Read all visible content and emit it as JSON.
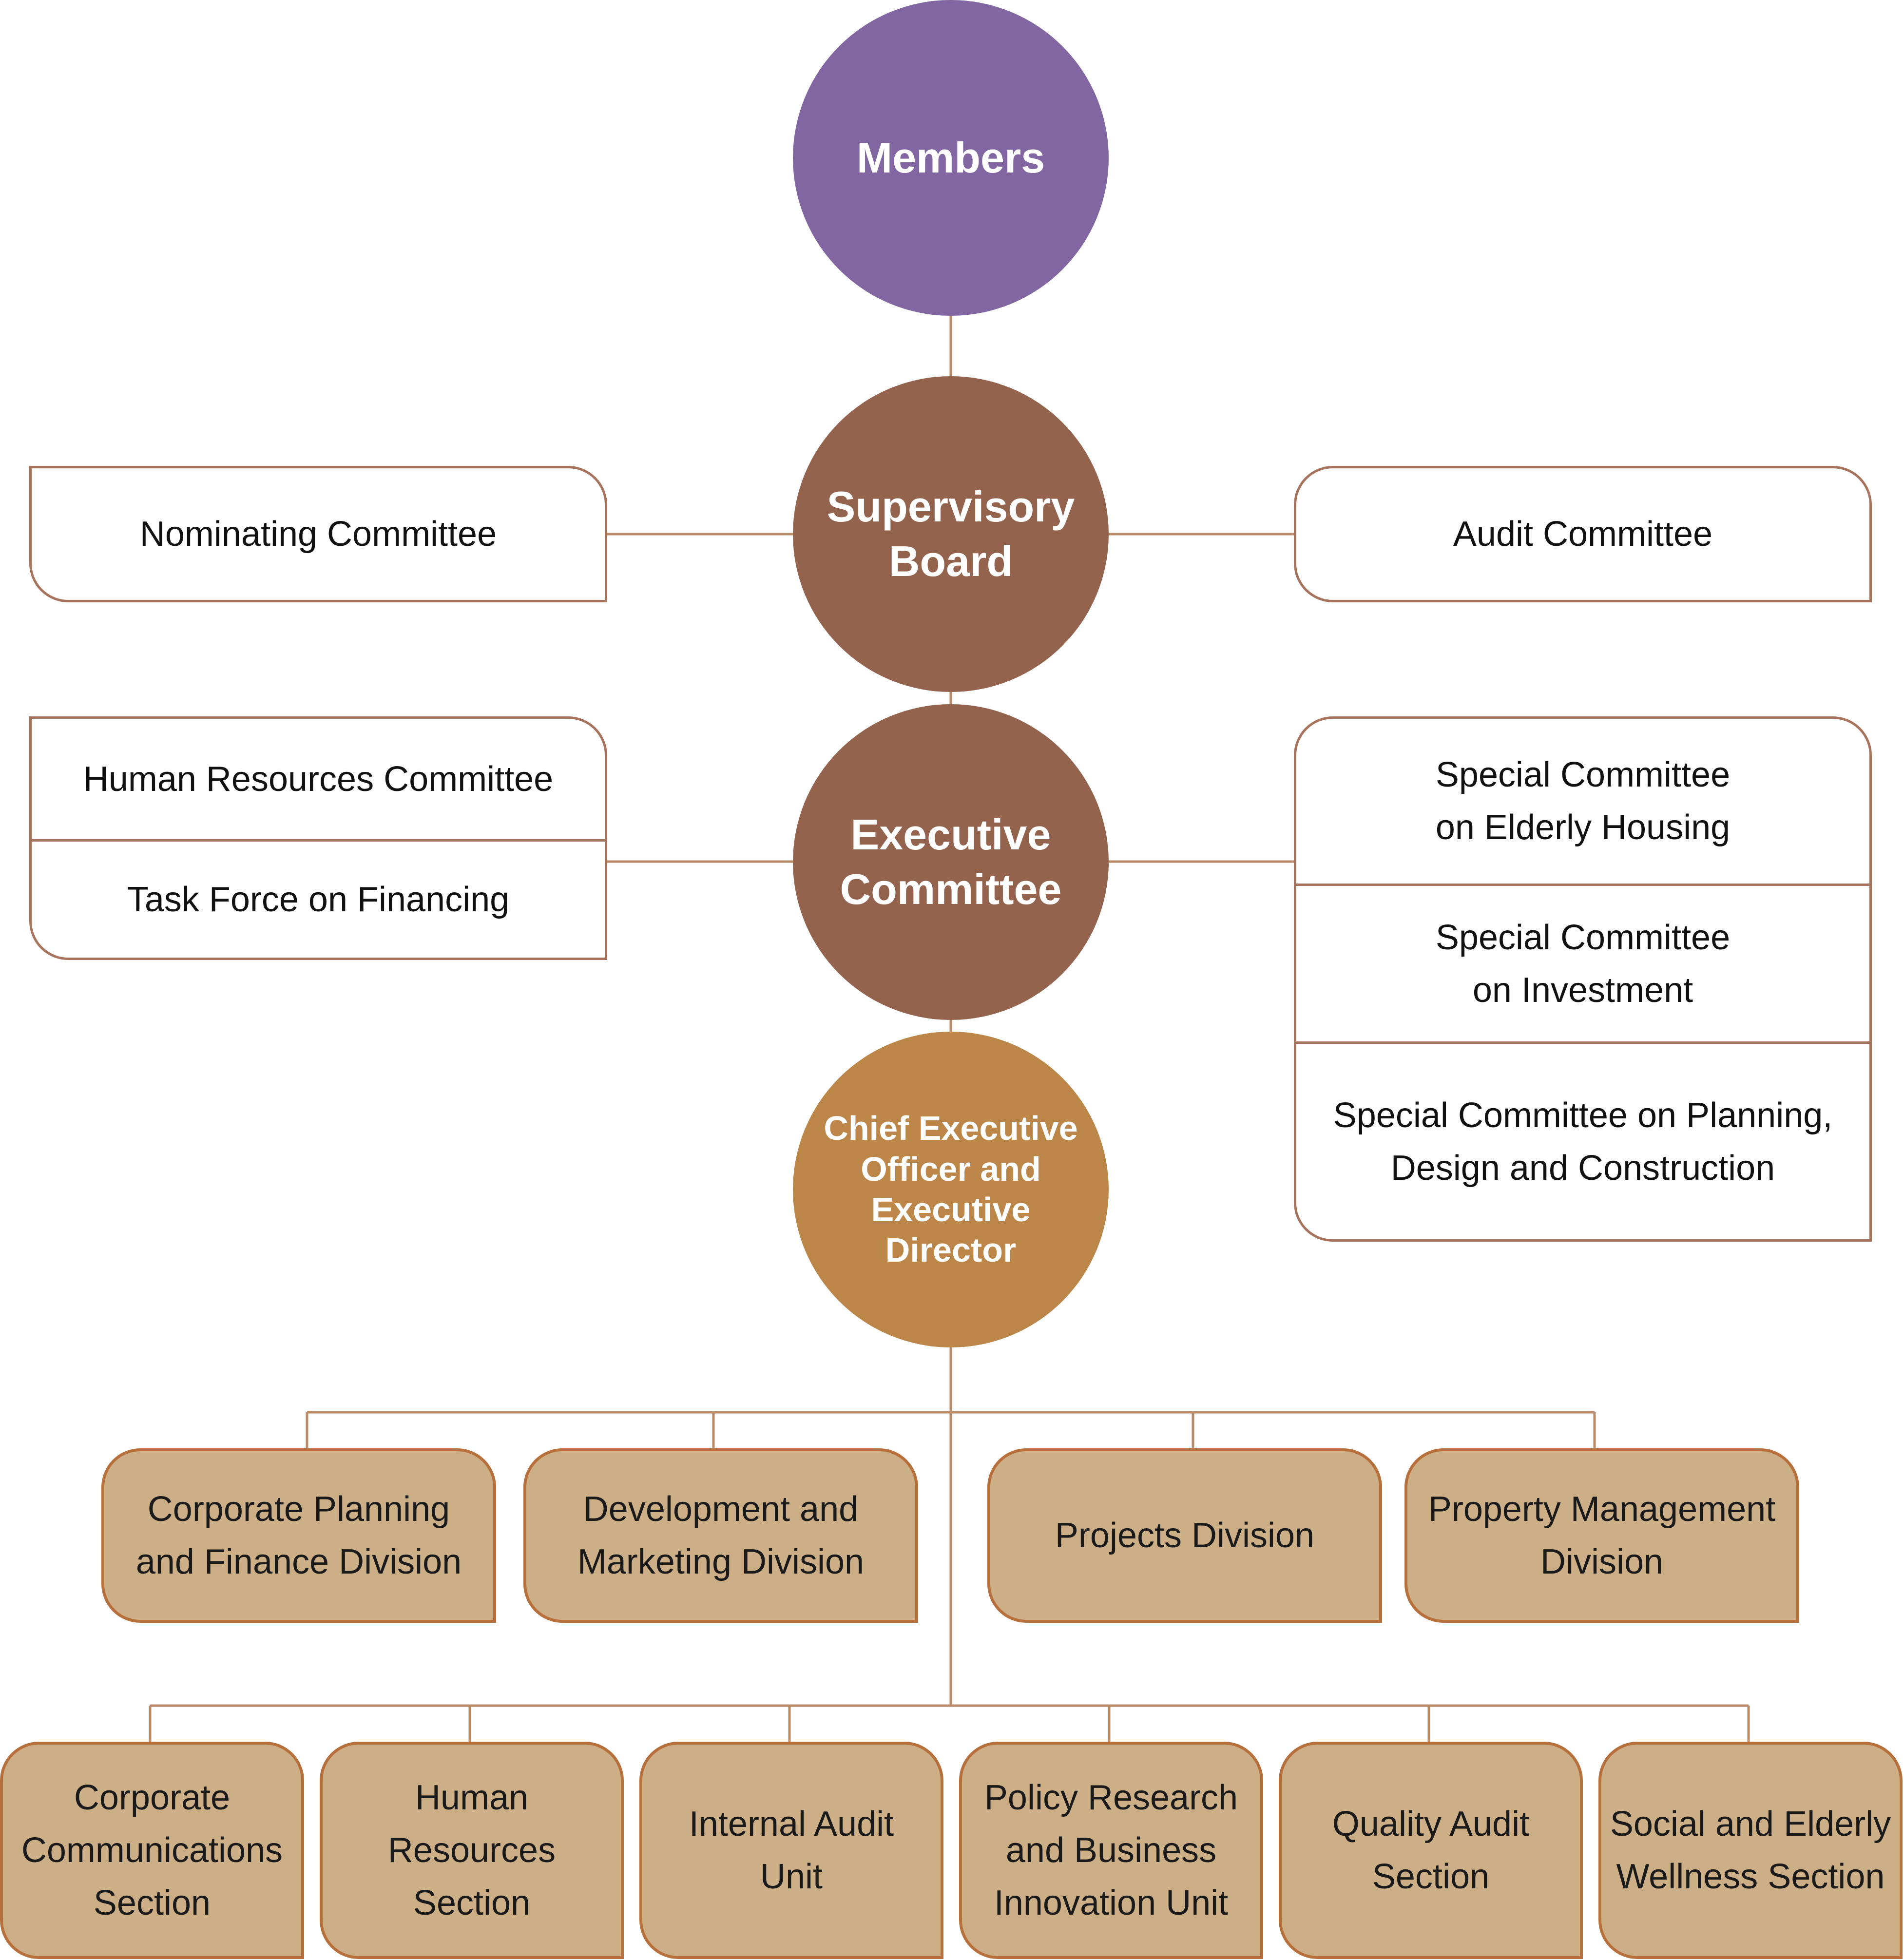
{
  "colors": {
    "members": "#8166a2",
    "board": "#93634e",
    "ceo": "#bc8649",
    "division_fill": "#cdaf87",
    "division_border": "#b7703c",
    "connector": "#b98a68"
  },
  "members": "Members",
  "supervisory_board": [
    "Supervisory",
    "Board"
  ],
  "executive_committee": [
    "Executive",
    "Committee"
  ],
  "ceo": [
    "Chief Executive",
    "Officer and",
    "Executive",
    "Director"
  ],
  "board_committees": {
    "left": "Nominating Committee",
    "right": "Audit Committee"
  },
  "exec_committees": {
    "left": [
      "Human Resources Committee",
      "Task Force on Financing"
    ],
    "right": [
      [
        "Special Committee",
        "on Elderly Housing"
      ],
      [
        "Special Committee",
        "on Investment"
      ],
      [
        "Special Committee on Planning,",
        "Design and Construction"
      ]
    ]
  },
  "divisions": [
    [
      "Corporate Planning",
      "and Finance Division"
    ],
    [
      "Development and",
      "Marketing Division"
    ],
    [
      "Projects Division"
    ],
    [
      "Property Management",
      "Division"
    ]
  ],
  "sections": [
    [
      "Corporate",
      "Communications",
      "Section"
    ],
    [
      "Human",
      "Resources",
      "Section"
    ],
    [
      "Internal Audit",
      "Unit"
    ],
    [
      "Policy Research",
      "and Business",
      "Innovation Unit"
    ],
    [
      "Quality Audit",
      "Section"
    ],
    [
      "Social and Elderly",
      "Wellness Section"
    ]
  ]
}
